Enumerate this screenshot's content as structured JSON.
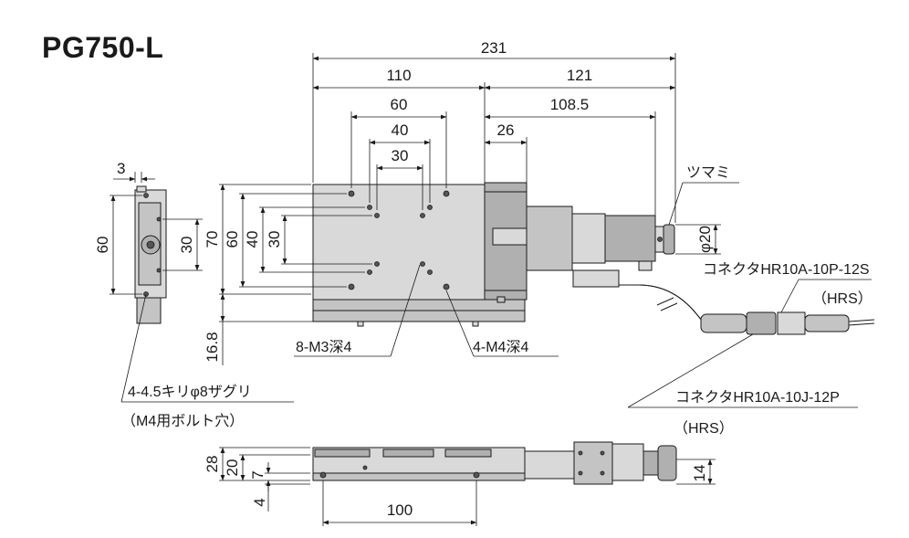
{
  "title": "PG750-L",
  "dims": {
    "d231": "231",
    "d110": "110",
    "d121": "121",
    "d60": "60",
    "d108_5": "108.5",
    "d40": "40",
    "d26": "26",
    "d30": "30",
    "side_3": "3",
    "side_60": "60",
    "side_30": "30",
    "top_70": "70",
    "top_60": "60",
    "top_40": "40",
    "top_30": "30",
    "d16_8": "16.8",
    "front_28": "28",
    "front_20": "20",
    "front_7": "7",
    "front_4": "4",
    "front_100": "100",
    "front_14": "14",
    "knob_dia": "φ20"
  },
  "labels": {
    "knob": "ツマミ",
    "connector_top": "コネクタHR10A-10P-12S",
    "connector_top_maker": "（HRS）",
    "connector_bottom": "コネクタHR10A-10J-12P",
    "connector_bottom_maker": "（HRS）",
    "m3": "8-M3深4",
    "m4": "4-M4深4",
    "bolt_hole": "4-4.5キリφ8ザグリ",
    "bolt_note": "（M4用ボルト穴）"
  }
}
